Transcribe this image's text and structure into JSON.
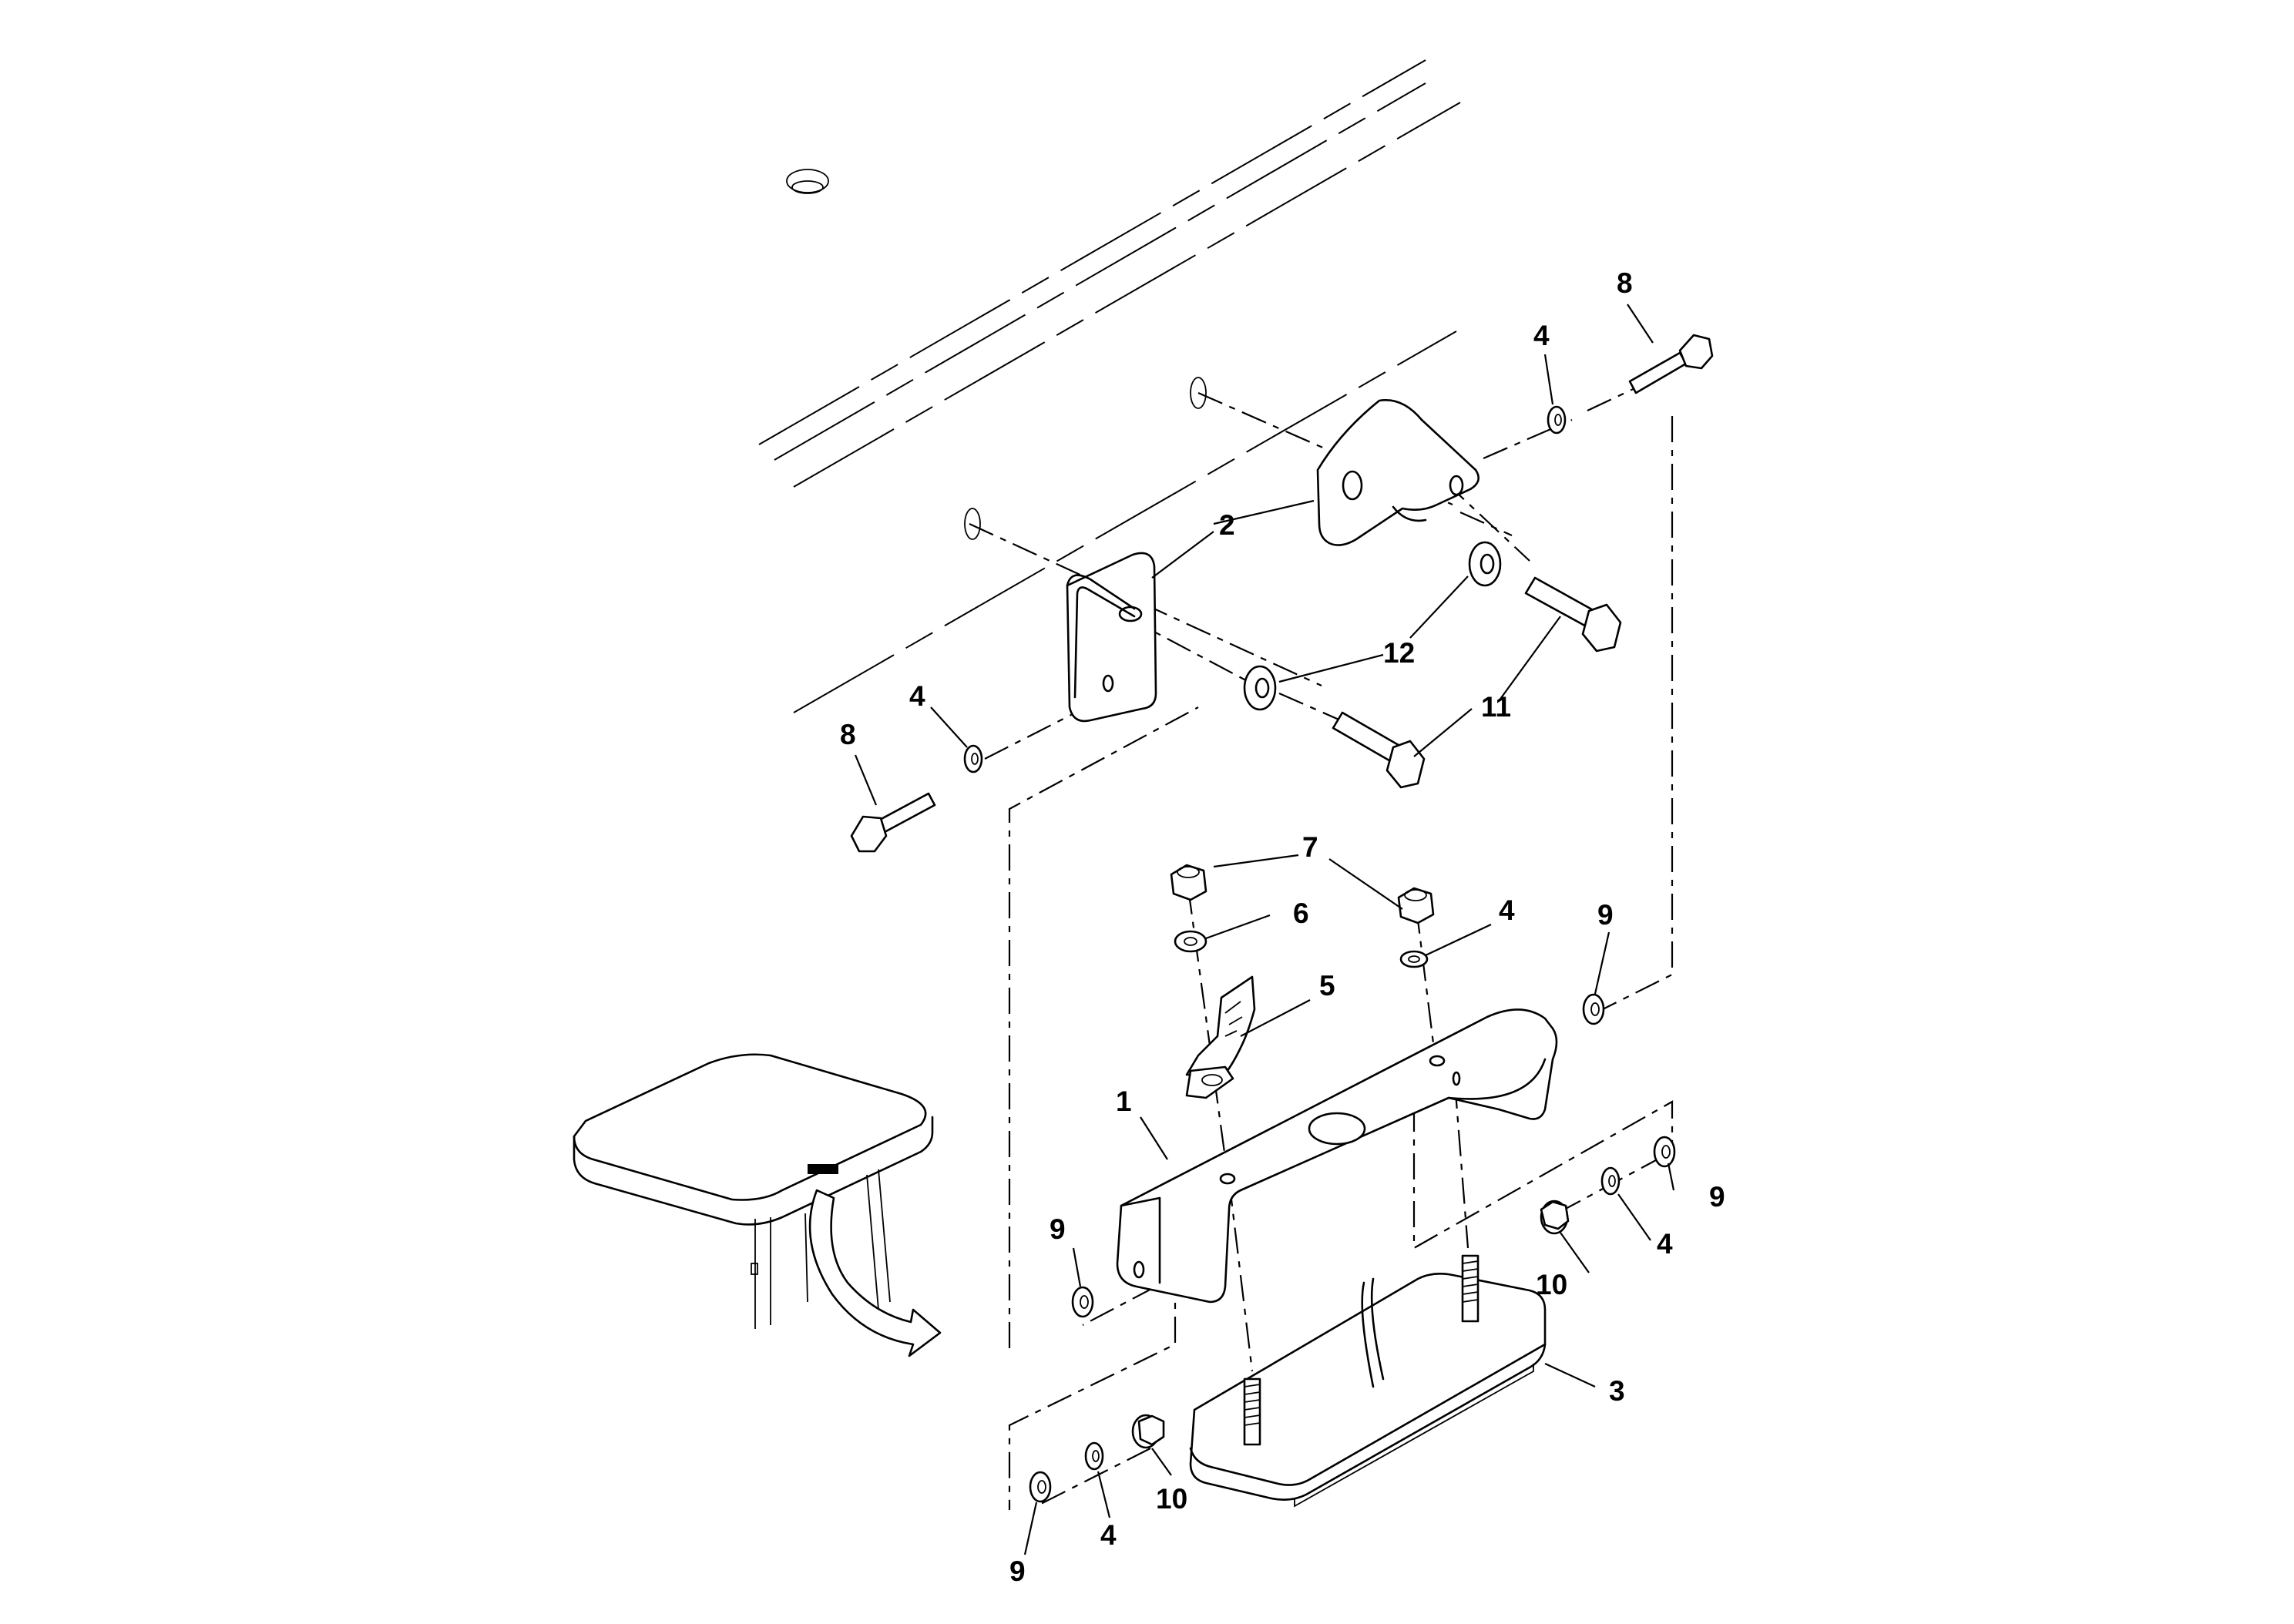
{
  "callouts": [
    {
      "id": "c1",
      "text": "1"
    },
    {
      "id": "c2a",
      "text": "2"
    },
    {
      "id": "c3",
      "text": "3"
    },
    {
      "id": "c4a",
      "text": "4"
    },
    {
      "id": "c4b",
      "text": "4"
    },
    {
      "id": "c4c",
      "text": "4"
    },
    {
      "id": "c4d",
      "text": "4"
    },
    {
      "id": "c4e",
      "text": "4"
    },
    {
      "id": "c5",
      "text": "5"
    },
    {
      "id": "c6",
      "text": "6"
    },
    {
      "id": "c7",
      "text": "7"
    },
    {
      "id": "c8a",
      "text": "8"
    },
    {
      "id": "c8b",
      "text": "8"
    },
    {
      "id": "c9a",
      "text": "9"
    },
    {
      "id": "c9b",
      "text": "9"
    },
    {
      "id": "c9c",
      "text": "9"
    },
    {
      "id": "c9d",
      "text": "9"
    },
    {
      "id": "c10a",
      "text": "10"
    },
    {
      "id": "c10b",
      "text": "10"
    },
    {
      "id": "c11",
      "text": "11"
    },
    {
      "id": "c12",
      "text": "12"
    }
  ]
}
